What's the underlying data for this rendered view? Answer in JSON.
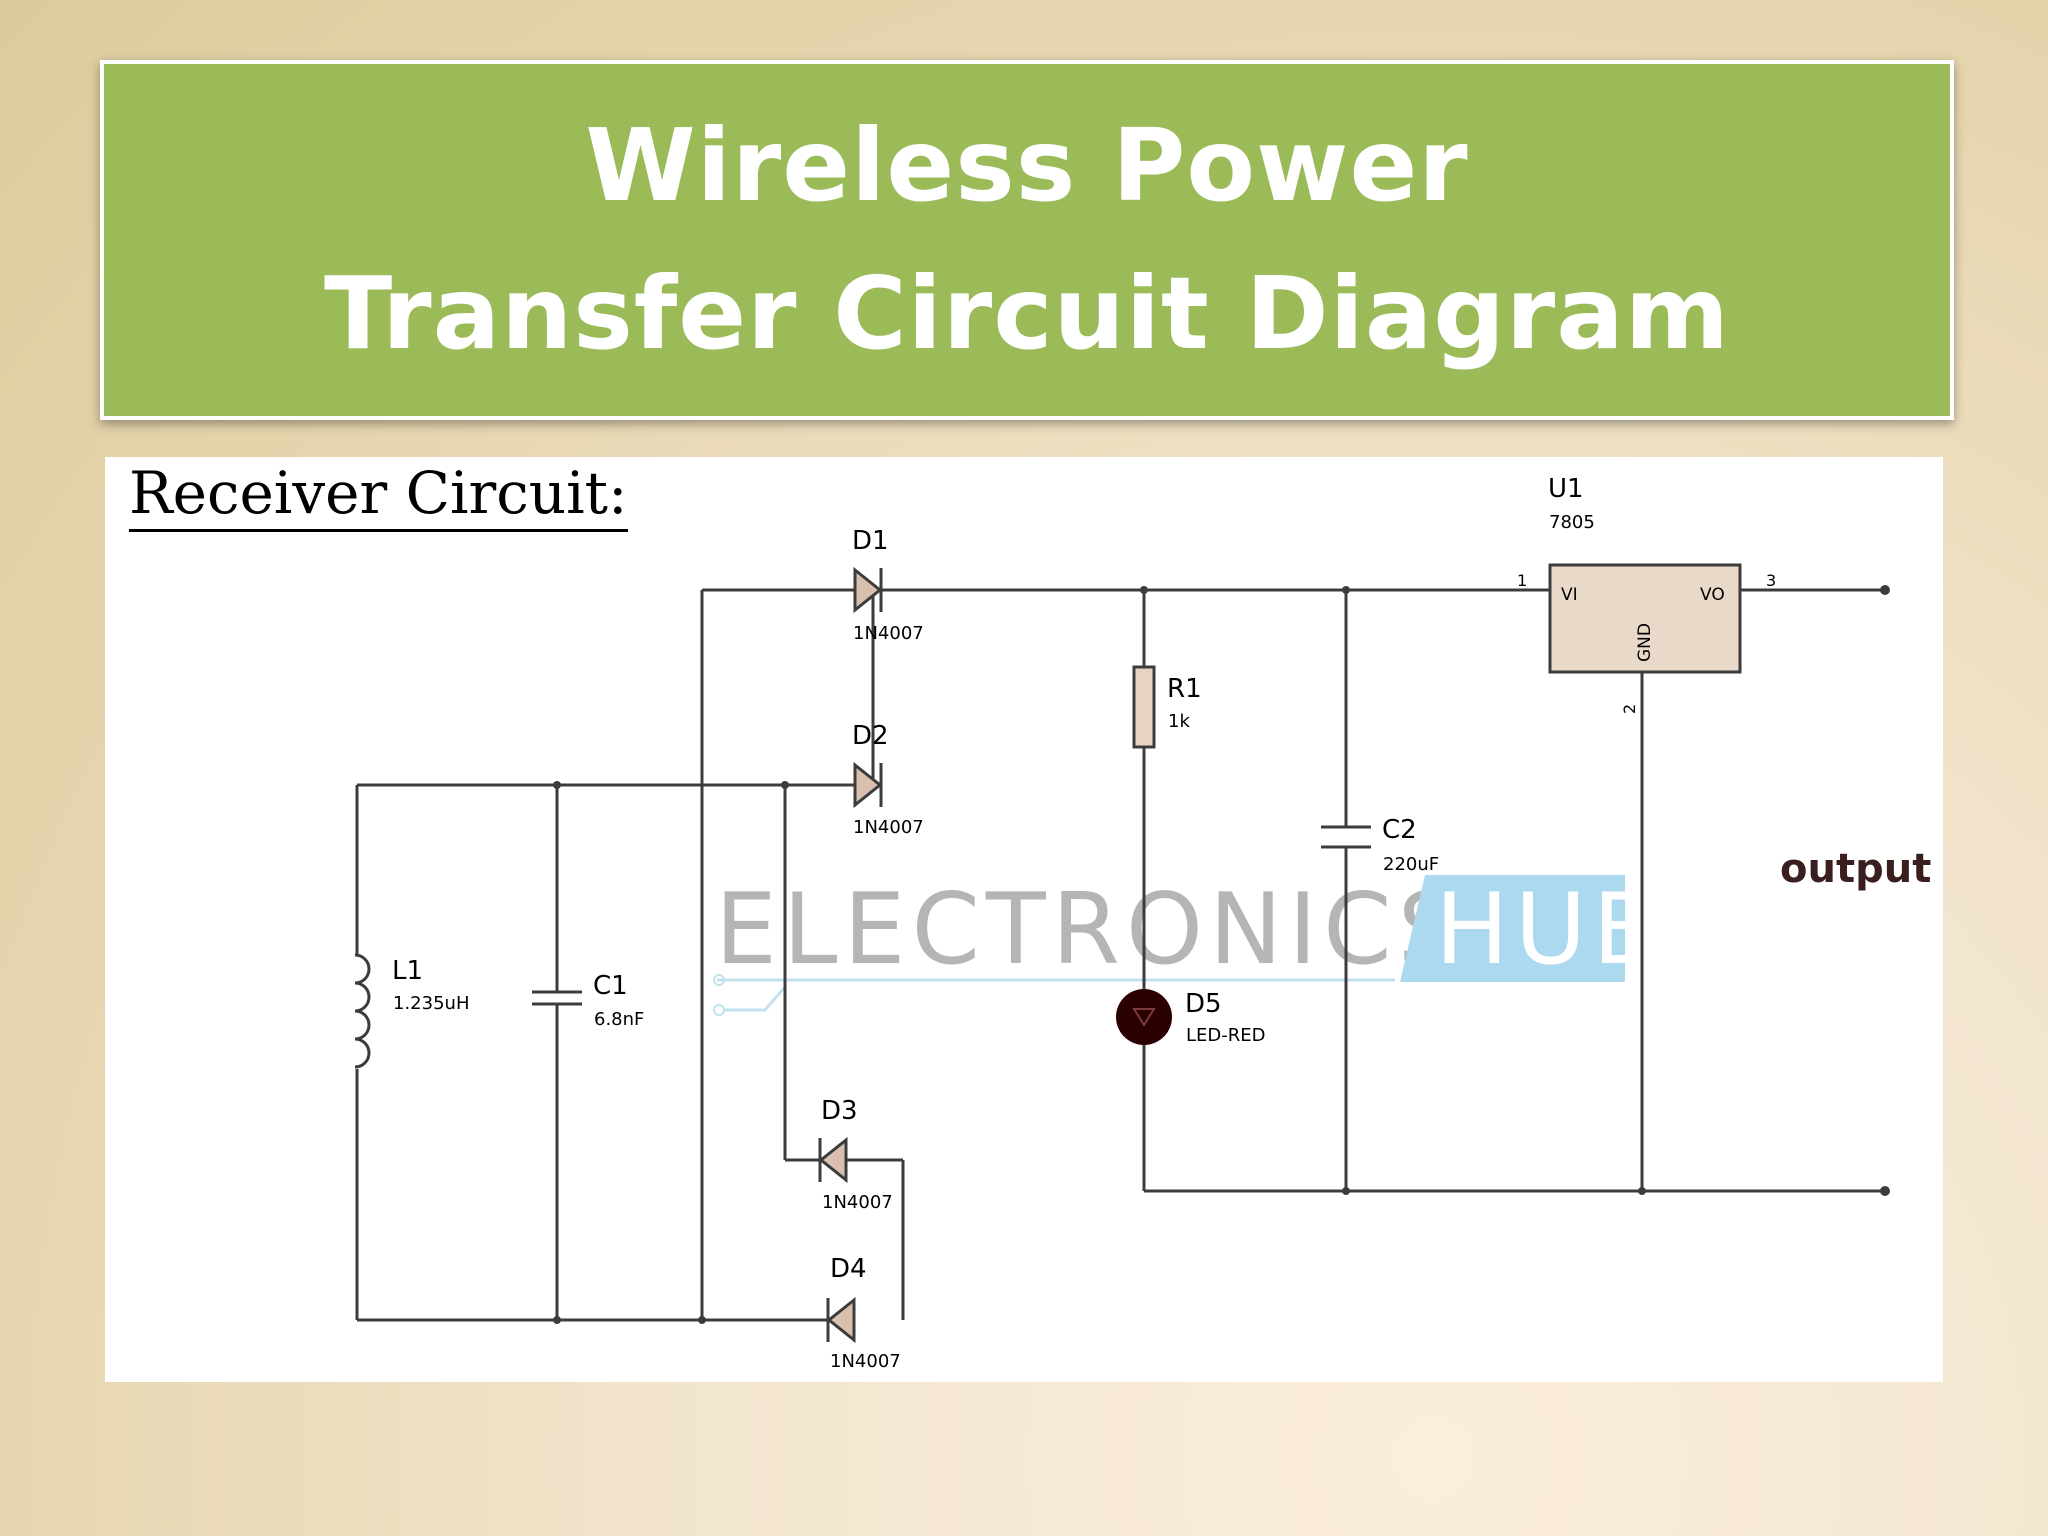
{
  "title": {
    "line1": "Wireless Power",
    "line2": "Transfer Circuit Diagram"
  },
  "diagram": {
    "heading": "Receiver Circuit:",
    "output_label": "output",
    "watermark": {
      "left": "ELECTRONICS",
      "right": "HUB"
    },
    "components": {
      "L1": {
        "name": "L1",
        "value": "1.235uH"
      },
      "C1": {
        "name": "C1",
        "value": "6.8nF"
      },
      "D1": {
        "name": "D1",
        "value": "1N4007"
      },
      "D2": {
        "name": "D2",
        "value": "1N4007"
      },
      "D3": {
        "name": "D3",
        "value": "1N4007"
      },
      "D4": {
        "name": "D4",
        "value": "1N4007"
      },
      "R1": {
        "name": "R1",
        "value": "1k"
      },
      "C2": {
        "name": "C2",
        "value": "220uF"
      },
      "D5": {
        "name": "D5",
        "value": "LED-RED"
      },
      "U1": {
        "name": "U1",
        "value": "7805",
        "pin_vi": "VI",
        "pin_vo": "VO",
        "pin_gnd": "GND",
        "pin1": "1",
        "pin2": "2",
        "pin3": "3"
      }
    },
    "colors": {
      "banner": "#9bbb59",
      "wire": "#3c3c3c",
      "diode_fill": "#d9bfae",
      "regulator_fill": "#e9d9c8",
      "resistor_fill": "#e6d3c0",
      "led_fill": "#2b0000",
      "watermark_text": "#a9a9a9",
      "watermark_badge": "#9fd3ee"
    }
  }
}
